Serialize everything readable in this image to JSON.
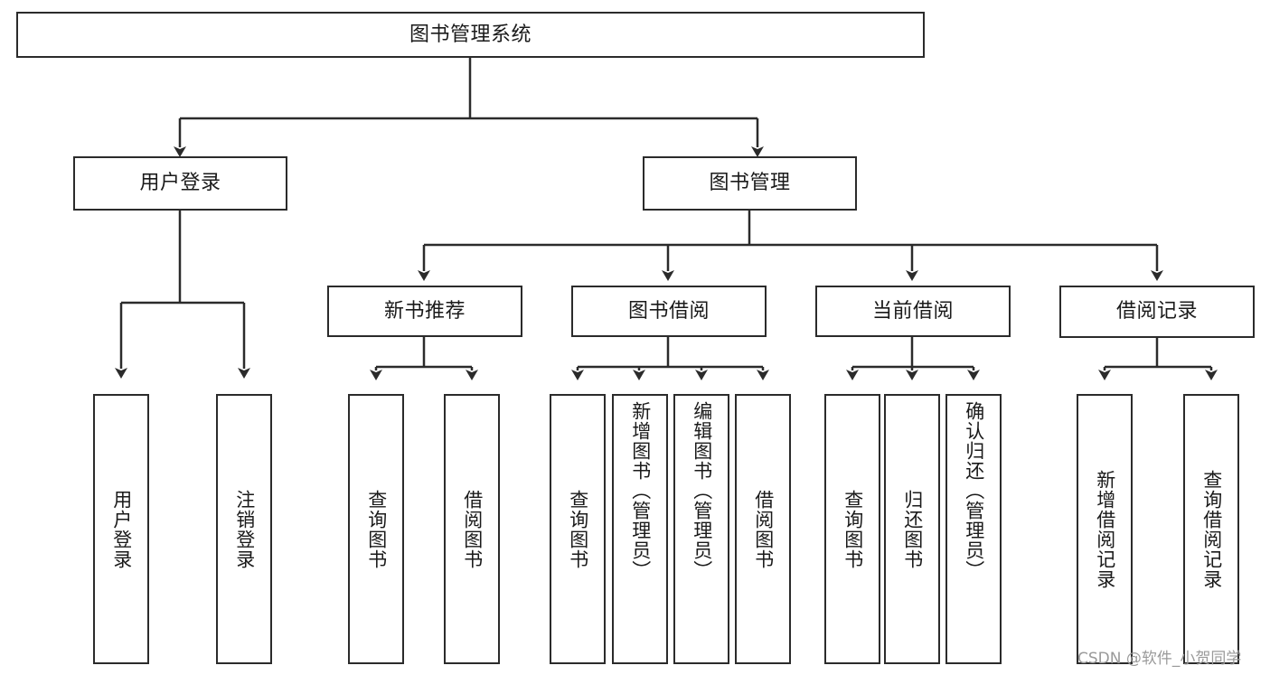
{
  "diagram": {
    "title": "图书管理系统",
    "type": "tree",
    "root": {
      "label": "图书管理系统"
    },
    "level2": [
      {
        "label": "用户登录"
      },
      {
        "label": "图书管理"
      }
    ],
    "level3": [
      {
        "label": "新书推荐"
      },
      {
        "label": "图书借阅"
      },
      {
        "label": "当前借阅"
      },
      {
        "label": "借阅记录"
      }
    ],
    "leaves": {
      "user_login": [
        {
          "label": "用户登录"
        },
        {
          "label": "注销登录"
        }
      ],
      "new_book_recommend": [
        {
          "label": "查询图书"
        },
        {
          "label": "借阅图书"
        }
      ],
      "book_borrow": [
        {
          "label": "查询图书"
        },
        {
          "label": "新增图书（管理员）"
        },
        {
          "label": "编辑图书（管理员）"
        },
        {
          "label": "借阅图书"
        }
      ],
      "current_borrow": [
        {
          "label": "查询图书"
        },
        {
          "label": "归还图书"
        },
        {
          "label": "确认归还（管理员）"
        }
      ],
      "borrow_record": [
        {
          "label": "新增借阅记录"
        },
        {
          "label": "查询借阅记录"
        }
      ]
    }
  },
  "watermark": {
    "text": "CSDN @软件_小贺同学"
  },
  "colors": {
    "stroke": "#2b2b2b",
    "fill": "#ffffff",
    "text": "#1a1a1a",
    "watermark": "#9a9a9a"
  }
}
